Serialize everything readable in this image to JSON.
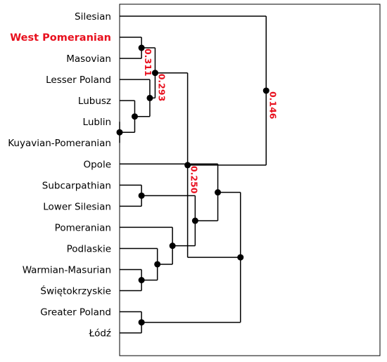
{
  "dendrogram": {
    "highlight_color": "#e8101e",
    "leaves": [
      {
        "id": "silesian",
        "label": "Silesian",
        "highlight": false
      },
      {
        "id": "west-pomeranian",
        "label": "West Pomeranian",
        "highlight": true
      },
      {
        "id": "masovian",
        "label": "Masovian",
        "highlight": false
      },
      {
        "id": "lesser-poland",
        "label": "Lesser Poland",
        "highlight": false
      },
      {
        "id": "lubusz",
        "label": "Lubusz",
        "highlight": false
      },
      {
        "id": "lublin",
        "label": "Lublin",
        "highlight": false
      },
      {
        "id": "kuyavian-pomeranian",
        "label": "Kuyavian-Pomeranian",
        "highlight": false
      },
      {
        "id": "opole",
        "label": "Opole",
        "highlight": false
      },
      {
        "id": "subcarpathian",
        "label": "Subcarpathian",
        "highlight": false
      },
      {
        "id": "lower-silesian",
        "label": "Lower Silesian",
        "highlight": false
      },
      {
        "id": "pomeranian",
        "label": "Pomeranian",
        "highlight": false
      },
      {
        "id": "podlaskie",
        "label": "Podlaskie",
        "highlight": false
      },
      {
        "id": "warmian-masurian",
        "label": "Warmian-Masurian",
        "highlight": false
      },
      {
        "id": "swietokrzyskie",
        "label": "Świętokrzyskie",
        "highlight": false
      },
      {
        "id": "greater-poland",
        "label": "Greater Poland",
        "highlight": false
      },
      {
        "id": "lodz",
        "label": "Łódź",
        "highlight": false
      }
    ],
    "merges": [
      {
        "id": "m1",
        "a": "west-pomeranian",
        "b": "masovian",
        "height": 0.311,
        "show": true
      },
      {
        "id": "m2",
        "a": "lublin",
        "b": "kuyavian-pomeranian",
        "height": 0.34,
        "show": false
      },
      {
        "id": "m3",
        "a": "lubusz",
        "b": "m2",
        "height": 0.32,
        "show": false
      },
      {
        "id": "m4",
        "a": "lesser-poland",
        "b": "m3",
        "height": 0.3,
        "show": false
      },
      {
        "id": "m5",
        "a": "m1",
        "b": "m4",
        "height": 0.293,
        "show": true
      },
      {
        "id": "m6",
        "a": "subcarpathian",
        "b": "lower-silesian",
        "height": 0.311,
        "show": false
      },
      {
        "id": "m7",
        "a": "warmian-masurian",
        "b": "swietokrzyskie",
        "height": 0.311,
        "show": false
      },
      {
        "id": "m8",
        "a": "podlaskie",
        "b": "m7",
        "height": 0.29,
        "show": false
      },
      {
        "id": "m9",
        "a": "pomeranian",
        "b": "m8",
        "height": 0.27,
        "show": false
      },
      {
        "id": "m10",
        "a": "m6",
        "b": "m9",
        "height": 0.24,
        "show": false
      },
      {
        "id": "m11",
        "a": "opole",
        "b": "m10",
        "height": 0.21,
        "show": false
      },
      {
        "id": "m12",
        "a": "greater-poland",
        "b": "lodz",
        "height": 0.311,
        "show": false
      },
      {
        "id": "m13",
        "a": "m11",
        "b": "m12",
        "height": 0.18,
        "show": false
      },
      {
        "id": "m14",
        "a": "m5",
        "b": "m13",
        "height": 0.25,
        "show": true
      },
      {
        "id": "m15",
        "a": "silesian",
        "b": "m14",
        "height": 0.146,
        "show": true
      }
    ]
  }
}
